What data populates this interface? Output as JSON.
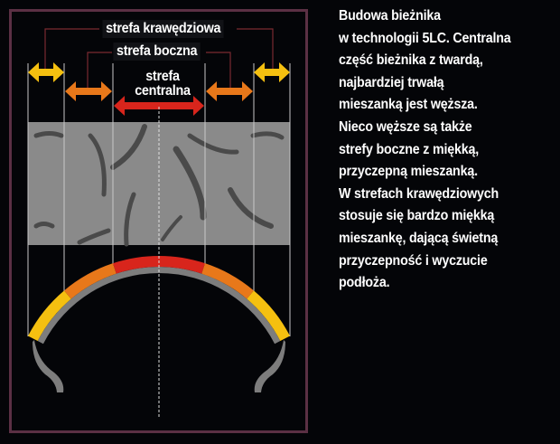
{
  "labels": {
    "edge_zone": "strefa krawędziowa",
    "side_zone": "strefa boczna",
    "center_zone_line1": "strefa",
    "center_zone_line2": "centralna"
  },
  "description_lines": [
    "Budowa bieżnika",
    "w technologii 5LC. Centralna",
    "część bieżnika z twardą,",
    "najbardziej trwałą",
    "mieszanką jest węższa.",
    "Nieco węższe są także",
    "strefy boczne z miękką,",
    "przyczepną mieszanką.",
    "W strefach krawędziowych",
    "stosuje się bardzo miękką",
    "mieszankę, dającą świetną",
    "przyczepność i wyczucie",
    "podłoża."
  ],
  "colors": {
    "edge": "#f5c010",
    "side": "#e8781a",
    "center": "#d8251c",
    "frame": "#5b3044",
    "tread_block": "#8a8a8a",
    "groove": "#4a4a4a"
  }
}
